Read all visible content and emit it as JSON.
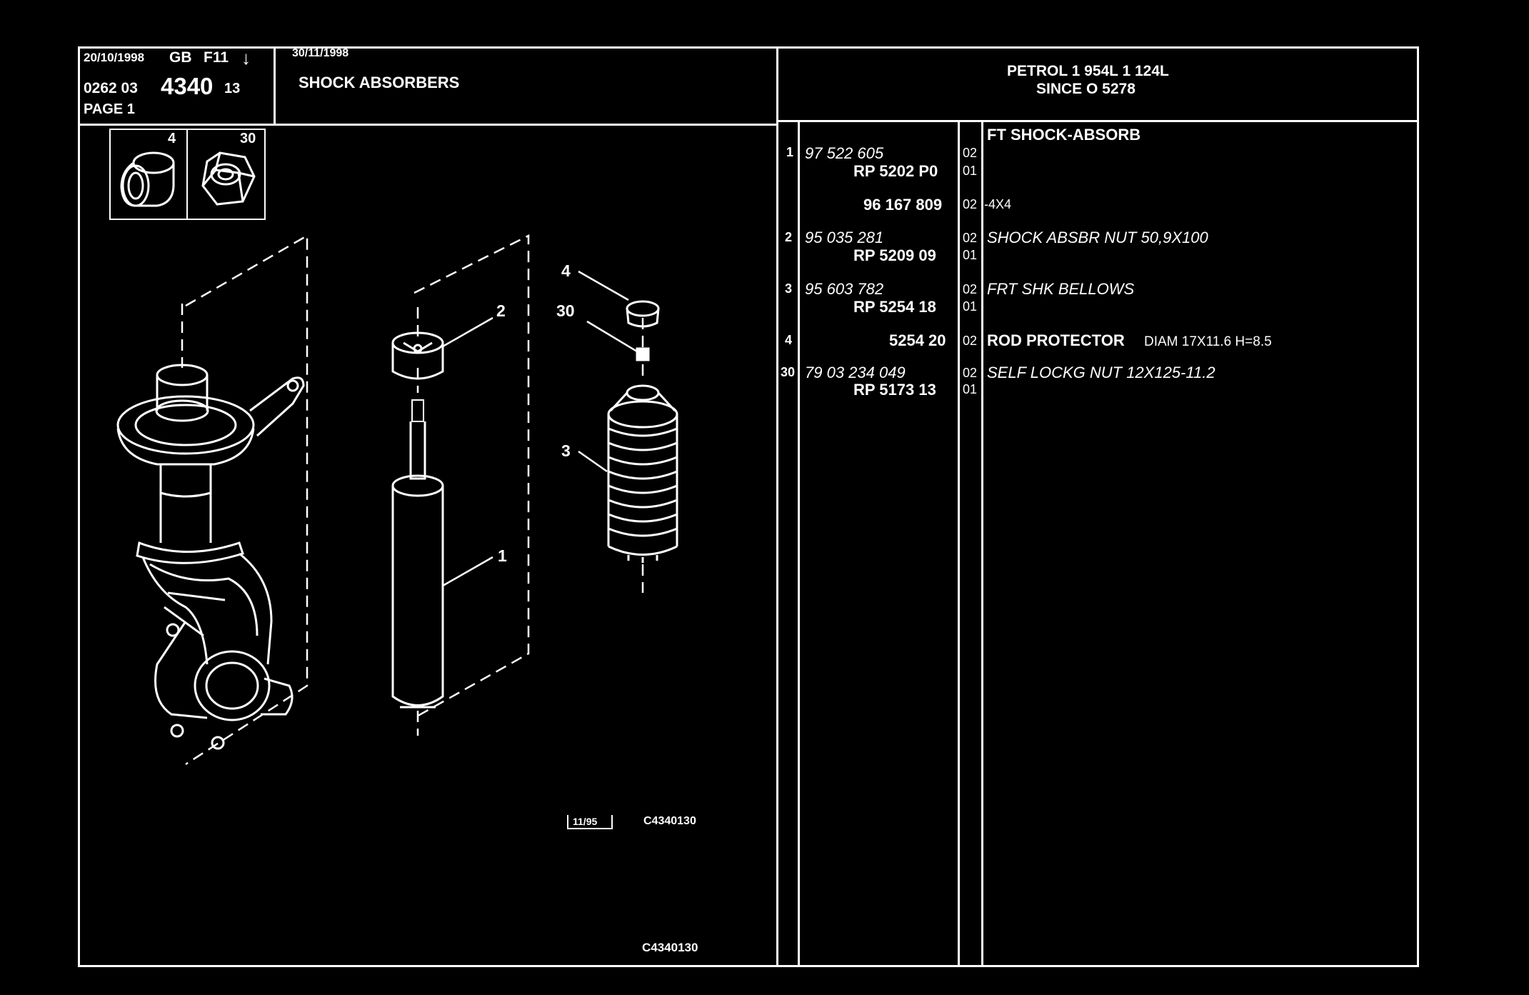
{
  "header": {
    "date_issue": "20/10/1998",
    "country": "GB",
    "family": "F11",
    "code_prefix": "0262 03",
    "code_main": "4340",
    "code_suffix": "13",
    "page_label": "PAGE 1",
    "date_update": "30/11/1998",
    "section_title": "SHOCK ABSORBERS",
    "engine_line": "PETROL 1 954L 1 124L",
    "since_line": "SINCE O 5278"
  },
  "thumbnails": [
    {
      "ref": "4",
      "icon": "rod-protector-icon"
    },
    {
      "ref": "30",
      "icon": "nut-icon"
    }
  ],
  "diagram": {
    "callouts": [
      "4",
      "2",
      "30",
      "3",
      "1"
    ],
    "stamp_date": "11/95",
    "ref_code": "C4340130",
    "footer_code": "C4340130"
  },
  "parts_title": "FT SHOCK-ABSORB",
  "parts": [
    {
      "ref": "1",
      "part": "97 522 605",
      "qty": "02",
      "desc_bold": "",
      "desc": "",
      "italic": true
    },
    {
      "ref": "",
      "part": "RP 5202 P0",
      "qty": "01",
      "desc_bold": "",
      "desc": "",
      "italic": false
    },
    {
      "ref": "",
      "part": "96 167 809",
      "qty": "02",
      "desc_bold": "",
      "desc": "-4X4",
      "italic": false
    },
    {
      "ref": "2",
      "part": "95 035 281",
      "qty": "02",
      "desc_bold": "",
      "desc": "SHOCK ABSBR NUT 50,9X100",
      "italic": true
    },
    {
      "ref": "",
      "part": "RP 5209 09",
      "qty": "01",
      "desc_bold": "",
      "desc": "",
      "italic": false
    },
    {
      "ref": "3",
      "part": "95 603 782",
      "qty": "02",
      "desc_bold": "",
      "desc": "FRT SHK BELLOWS",
      "italic": true
    },
    {
      "ref": "",
      "part": "RP 5254 18",
      "qty": "01",
      "desc_bold": "",
      "desc": "",
      "italic": false
    },
    {
      "ref": "4",
      "part": "5254 20",
      "qty": "02",
      "desc_bold": "ROD PROTECTOR",
      "desc": "DIAM 17X11.6 H=8.5",
      "italic": false
    },
    {
      "ref": "30",
      "part": "79 03 234 049",
      "qty": "02",
      "desc_bold": "",
      "desc": "SELF LOCKG NUT 12X125-11.2",
      "italic": true
    },
    {
      "ref": "",
      "part": "RP 5173 13",
      "qty": "01",
      "desc_bold": "",
      "desc": "",
      "italic": false
    }
  ]
}
